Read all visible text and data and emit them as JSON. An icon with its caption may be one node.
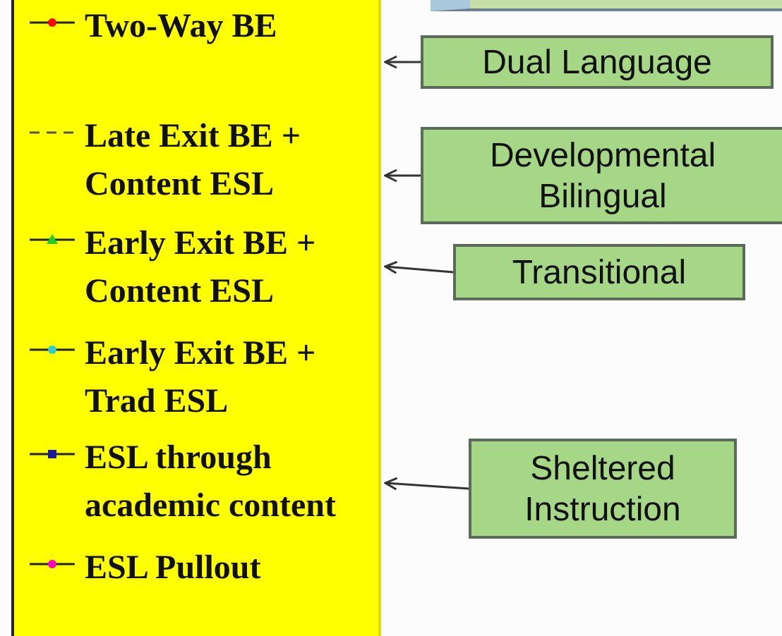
{
  "diagram": {
    "nodes": [
      {
        "text": [],
        "shape": "box"
      },
      {
        "text": [],
        "shape": "box"
      },
      {
        "text": [
          "Dual Language"
        ]
      },
      {
        "text": [
          "Developmental Bilingual"
        ]
      },
      {
        "text": [
          "Transitional"
        ]
      },
      {
        "text": [
          "Sheltered Instruction"
        ]
      }
    ],
    "edges": [
      {
        "from": 2,
        "to": 0,
        "arrow": "to"
      },
      {
        "from": 3,
        "to": 0,
        "arrow": "to"
      },
      {
        "from": 4,
        "to": 0,
        "arrow": "to"
      },
      {
        "from": 5,
        "to": 0,
        "arrow": "to"
      }
    ],
    "legend": [
      {
        "text": "Two-Way BE"
      },
      {
        "text": "Late Exit BE + Content ESL"
      },
      {
        "text": "Early Exit BE + Content ESL"
      },
      {
        "text": "Early Exit BE + Trad ESL"
      },
      {
        "text": "ESL through academic content"
      },
      {
        "text": "ESL Pullout"
      }
    ]
  }
}
